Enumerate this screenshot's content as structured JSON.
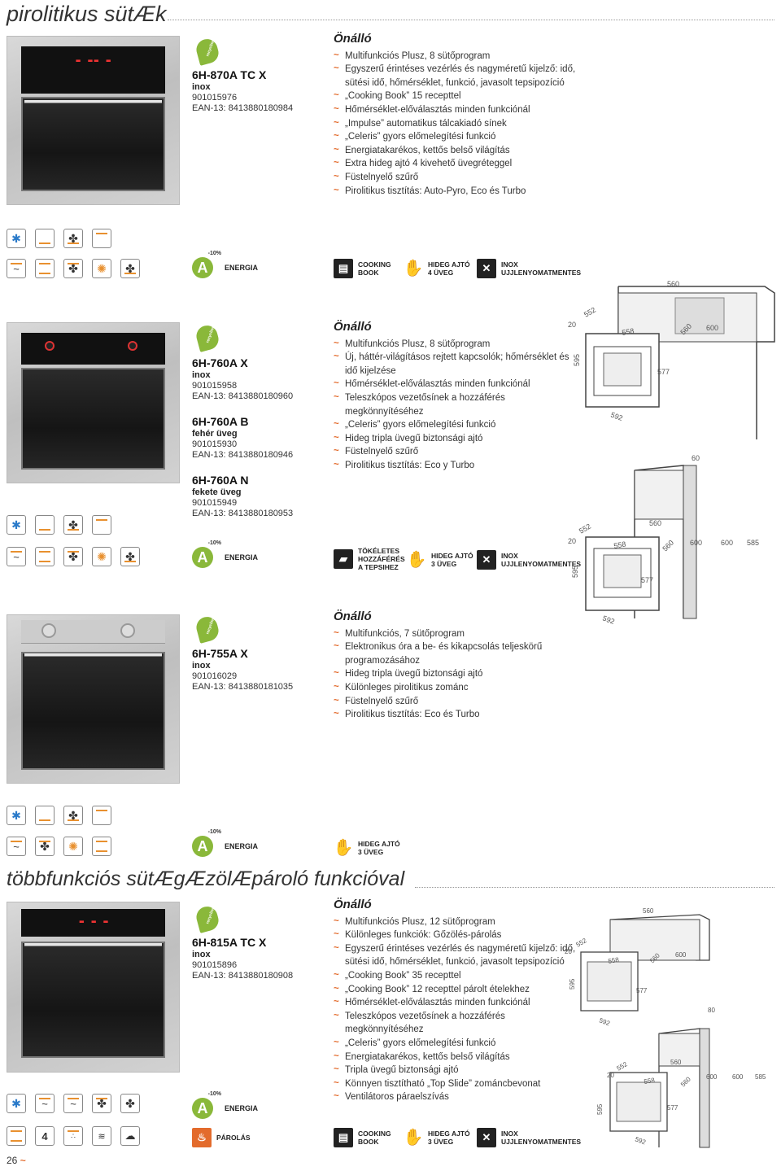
{
  "header": {
    "title": "pirolitikus sütÆk"
  },
  "section2": {
    "title": "többfunkciós sütÆgÆzölÆpároló funkcióval"
  },
  "badge_text": "recycling",
  "products": [
    {
      "models": [
        {
          "name": "6H-870A TC X",
          "finish": "inox",
          "code": "901015976",
          "ean": "EAN-13: 8413880180984"
        }
      ],
      "features_heading": "Önálló",
      "features": [
        "Multifunkciós Plusz, 8 sütőprogram",
        "Egyszerű érintéses vezérlés és nagyméretű kijelző: idő, sütési idő, hőmérséklet, funkció, javasolt tepsipozíció",
        "„Cooking Book” 15 recepttel",
        "Hőmérséklet-előválasztás minden funkciónál",
        "„Impulse” automatikus tálcakiadó sínek",
        "„Celeris” gyors előmelegítési funkció",
        "Energiatakarékos, kettős belső világítás",
        "Extra hideg ajtó 4 kivehető üvegréteggel",
        "Füstelnyelő szűrő",
        "Pirolitikus tisztítás: Auto-Pyro, Eco és Turbo"
      ],
      "energy": {
        "class": "A",
        "pct": "-10%",
        "label": "ENERGIA"
      },
      "feature_icons": [
        {
          "line1": "COOKING",
          "line2": "BOOK"
        },
        {
          "line1": "HIDEG AJTÓ",
          "line2": "4 ÜVEG"
        },
        {
          "line1": "INOX",
          "line2": "UJJLENYOMATMENTES"
        }
      ]
    },
    {
      "models": [
        {
          "name": "6H-760A X",
          "finish": "inox",
          "code": "901015958",
          "ean": "EAN-13: 8413880180960"
        },
        {
          "name": "6H-760A B",
          "finish": "fehér üveg",
          "code": "901015930",
          "ean": "EAN-13: 8413880180946"
        },
        {
          "name": "6H-760A N",
          "finish": "fekete üveg",
          "code": "901015949",
          "ean": "EAN-13: 8413880180953"
        }
      ],
      "features_heading": "Önálló",
      "features": [
        "Multifunkciós Plusz, 8 sütőprogram",
        "Új, háttér-világításos rejtett kapcsolók; hőmérséklet és idő kijelzése",
        "Hőmérséklet-előválasztás minden funkciónál",
        "Teleszkópos vezetősínek a hozzáférés megkönnyítéséhez",
        "„Celeris” gyors előmelegítési funkció",
        "Hideg tripla üvegű biztonsági ajtó",
        "Füstelnyelő szűrő",
        "Pirolitikus tisztítás: Eco y Turbo"
      ],
      "energy": {
        "class": "A",
        "pct": "-10%",
        "label": "ENERGIA"
      },
      "feature_icons": [
        {
          "line1": "TÖKÉLETES",
          "line2": "HOZZÁFÉRÉS",
          "line3": "A TEPSIHEZ"
        },
        {
          "line1": "HIDEG AJTÓ",
          "line2": "3 ÜVEG"
        },
        {
          "line1": "INOX",
          "line2": "UJJLENYOMATMENTES"
        }
      ]
    },
    {
      "models": [
        {
          "name": "6H-755A X",
          "finish": "inox",
          "code": "901016029",
          "ean": "EAN-13: 8413880181035"
        }
      ],
      "features_heading": "Önálló",
      "features": [
        "Multifunkciós, 7 sütőprogram",
        "Elektronikus óra a be- és kikapcsolás teljeskörű programozásához",
        "Hideg tripla üvegű biztonsági ajtó",
        "Különleges pirolitikus zománc",
        "Füstelnyelő szűrő",
        "Pirolitikus tisztítás: Eco és Turbo"
      ],
      "energy": {
        "class": "A",
        "pct": "-10%",
        "label": "ENERGIA"
      },
      "feature_icons": [
        {
          "line1": "HIDEG AJTÓ",
          "line2": "3 ÜVEG"
        }
      ]
    },
    {
      "models": [
        {
          "name": "6H-815A TC X",
          "finish": "inox",
          "code": "901015896",
          "ean": "EAN-13: 8413880180908"
        }
      ],
      "features_heading": "Önálló",
      "features": [
        "Multifunkciós Plusz, 12 sütőprogram",
        "Különleges funkciók: Gőzölés-párolás",
        "Egyszerű érintéses vezérlés és nagyméretű kijelző: idő, sütési idő, hőmérséklet, funkció, javasolt tepsipozíció",
        "„Cooking Book” 35 recepttel",
        "„Cooking Book” 12 recepttel párolt ételekhez",
        "Hőmérséklet-előválasztás minden funkciónál",
        "Teleszkópos vezetősínek a hozzáférés megkönnyítéséhez",
        "„Celeris” gyors előmelegítési funkció",
        "Energiatakarékos, kettős belső világítás",
        "Tripla üvegű biztonsági ajtó",
        "Könnyen tisztítható „Top Slide” zománcbevonat",
        "Ventilátoros páraelszívás"
      ],
      "energy": {
        "class": "A",
        "pct": "-10%",
        "label": "ENERGIA"
      },
      "steam_label": "PÁROLÁS",
      "steam_icon_number": "4",
      "feature_icons": [
        {
          "line1": "COOKING",
          "line2": "BOOK"
        },
        {
          "line1": "HIDEG AJTÓ",
          "line2": "3 ÜVEG"
        },
        {
          "line1": "INOX",
          "line2": "UJJLENYOMATMENTES"
        }
      ]
    }
  ],
  "dimensions": {
    "d1": [
      "560",
      "20",
      "552",
      "558",
      "560",
      "600",
      "595",
      "577",
      "592"
    ],
    "d2": [
      "60",
      "560",
      "20",
      "552",
      "558",
      "560",
      "600",
      "600",
      "585",
      "595",
      "577",
      "592"
    ],
    "d3": [
      "560",
      "20",
      "552",
      "558",
      "560",
      "600",
      "595",
      "577",
      "592",
      "80",
      "560",
      "20",
      "552",
      "558",
      "560",
      "600",
      "600",
      "585",
      "595",
      "577",
      "592"
    ]
  },
  "footer": {
    "page": "26",
    "mark": "~"
  }
}
